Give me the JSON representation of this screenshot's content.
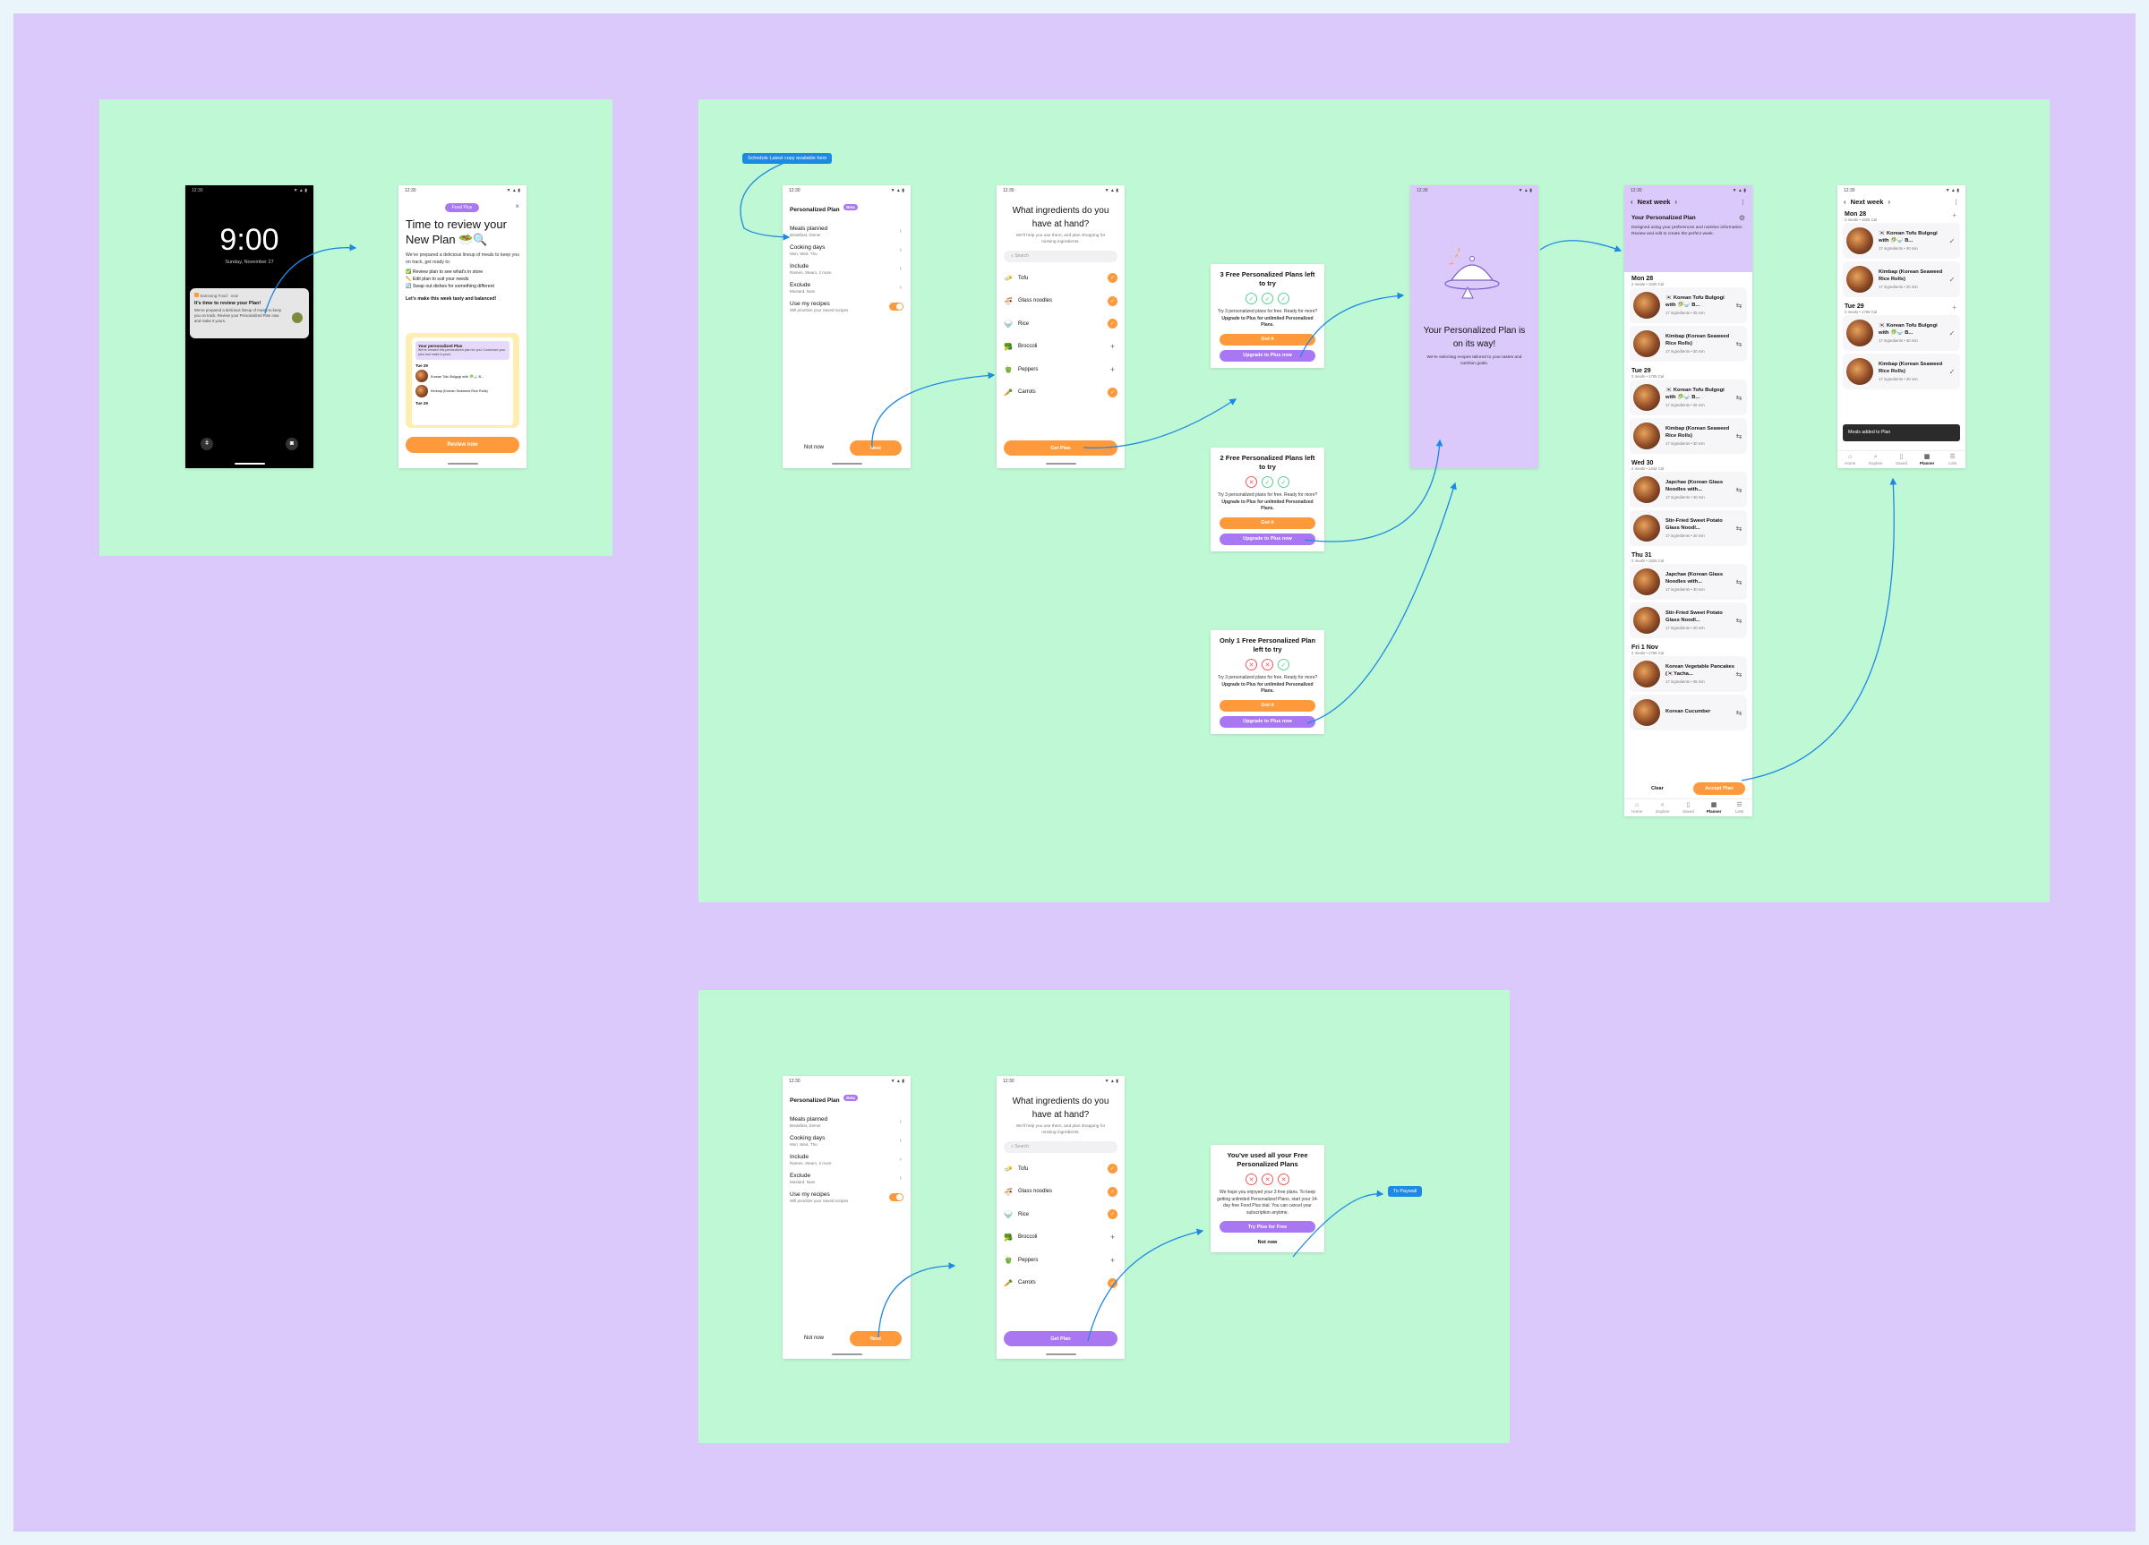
{
  "lock": {
    "time": "9:00",
    "date": "Sunday, November 27",
    "status_time": "12:30",
    "notif_app": "Samsung Food",
    "notif_age": "now",
    "notif_title": "It's time to review your Plan!",
    "notif_body": "We've prepared a delicious lineup of meals to keep you on track. Review your Personalized Plan now and make it yours."
  },
  "review": {
    "status_time": "12:30",
    "badge": "Food Plus",
    "title": "Time to review your New Plan 🥗🔍",
    "intro": "We've prepared a delicious lineup of meals to keep you on track, get ready to:",
    "bullets": [
      "✅ Review plan to see what's in store",
      "✏️ Edit plan to suit your needs",
      "🔄 Swap out dishes for something different"
    ],
    "closing": "Let's make this week tasty and balanced!",
    "preview_title": "Your personalized Plan",
    "preview_body": "We've created this personalized plan for you! Customize your plan and make it yours.",
    "preview_day": "Tue 29",
    "preview_items": [
      "Korean Tofu Bulgogi with 🥬🍚 B...",
      "Kimbap (Korean Seaweed Rice Rolls)"
    ],
    "preview_day2": "Tue 29",
    "button": "Review now"
  },
  "plan": {
    "status_time": "12:30",
    "title": "Personalized Plan",
    "tag": "Beta",
    "rows": [
      {
        "label": "Meals planned",
        "sub": "Breakfast, Dinner"
      },
      {
        "label": "Cooking days",
        "sub": "Mon, Wed, Thu"
      },
      {
        "label": "Include",
        "sub": "Ramen, Steam, 2 more"
      },
      {
        "label": "Exclude",
        "sub": "Mustard, Nuts"
      }
    ],
    "recipes_label": "Use my recipes",
    "recipes_sub": "Will prioritize your Saved recipes",
    "not_now": "Not now",
    "next": "Next"
  },
  "ingredients": {
    "status_time": "12:30",
    "title": "What ingredients do you have at hand?",
    "subtitle": "We'll help you use them, and plan shopping for missing ingredients.",
    "search": "Search",
    "items": [
      {
        "emoji": "🧈",
        "name": "Tofu",
        "state": "check"
      },
      {
        "emoji": "🍜",
        "name": "Glass noodles",
        "state": "check"
      },
      {
        "emoji": "🍚",
        "name": "Rice",
        "state": "check"
      },
      {
        "emoji": "🥦",
        "name": "Broccoli",
        "state": "plus"
      },
      {
        "emoji": "🫑",
        "name": "Peppers",
        "state": "plus"
      },
      {
        "emoji": "🥕",
        "name": "Carrots",
        "state": "check"
      }
    ],
    "button": "Get Plan"
  },
  "cards": [
    {
      "title": "3 Free Personalized Plans left to try",
      "used": 0,
      "body_pre": "Try 3 personalized plans for free. Ready for more?",
      "body_bold": " Upgrade to Plus for unlimited Personalized Plans.",
      "primary": "Got it",
      "secondary": "Upgrade to Plus now"
    },
    {
      "title": "2 Free Personalized Plans left to try",
      "used": 1,
      "body_pre": "Try 3 personalized plans for free. Ready for more?",
      "body_bold": " Upgrade to Plus for unlimited Personalized Plans.",
      "primary": "Got it",
      "secondary": "Upgrade to Plus now"
    },
    {
      "title": "Only 1 Free Personalized Plan left to try",
      "used": 2,
      "body_pre": "Try 3 personalized plans for free. Ready for more?",
      "body_bold": " Upgrade to Plus for unlimited Personalized Plans.",
      "primary": "Got it",
      "secondary": "Upgrade to Plus now"
    }
  ],
  "loading": {
    "status_time": "12:30",
    "title": "Your Personalized Plan is on its way!",
    "body": "We're selecting recipes tailored to your tastes and nutrition goals."
  },
  "nextweek": {
    "status_time": "12:30",
    "header": "Next week",
    "banner_title": "Your Personalized Plan",
    "banner_body": "Designed using your preferences and nutrition information. Review and edit to create the perfect week.",
    "days": [
      {
        "name": "Mon 28",
        "sub": "2 meals • 1825 Cal",
        "meals": [
          {
            "name": "🇰🇷 Korean Tofu Bulgogi with 🥬🍚 B...",
            "meta": "17 ingredients • 35 min"
          },
          {
            "name": "Kimbap (Korean Seaweed Rice Rolls)",
            "meta": "17 ingredients • 30 min"
          }
        ]
      },
      {
        "name": "Tue 29",
        "sub": "2 meals • 1765 Cal",
        "meals": [
          {
            "name": "🇰🇷 Korean Tofu Bulgogi with 🥬🍚 B...",
            "meta": "17 ingredients • 35 min"
          },
          {
            "name": "Kimbap (Korean Seaweed Rice Rolls)",
            "meta": "17 ingredients • 30 min"
          }
        ]
      },
      {
        "name": "Wed 30",
        "sub": "2 meals • 1442 Cal",
        "meals": [
          {
            "name": "Japchae (Korean Glass Noodles with...",
            "meta": "17 ingredients • 30 min"
          },
          {
            "name": "Stir-Fried Sweet Potato Glass Noodl...",
            "meta": "17 ingredients • 30 min"
          }
        ]
      },
      {
        "name": "Thu 31",
        "sub": "2 meals • 1825 Cal",
        "meals": [
          {
            "name": "Japchae (Korean Glass Noodles with...",
            "meta": "17 ingredients • 30 min"
          },
          {
            "name": "Stir-Fried Sweet Potato Glass Noodl...",
            "meta": "17 ingredients • 30 min"
          }
        ]
      },
      {
        "name": "Fri 1 Nov",
        "sub": "2 meals • 1765 Cal",
        "meals": [
          {
            "name": "Korean Vegetable Pancakes (🇰🇷Yacha...",
            "meta": "17 ingredients • 35 min"
          },
          {
            "name": "Korean Cucumber",
            "meta": ""
          }
        ]
      }
    ],
    "clear": "Clear",
    "accept": "Accept Plan",
    "nav": [
      "Home",
      "Explore",
      "Saved",
      "Planner",
      "Lists"
    ]
  },
  "planner": {
    "status_time": "12:30",
    "header": "Next week",
    "days": [
      {
        "name": "Mon 28",
        "sub": "2 meals • 1825 Cal",
        "meals": [
          {
            "name": "🇰🇷 Korean Tofu Bulgogi with 🥬🍚 B...",
            "meta": "17 ingredients • 30 min"
          },
          {
            "name": "Kimbap (Korean Seaweed Rice Rolls)",
            "meta": "17 ingredients • 30 min"
          }
        ]
      },
      {
        "name": "Tue 29",
        "sub": "2 meals • 1765 Cal",
        "meals": [
          {
            "name": "🇰🇷 Korean Tofu Bulgogi with 🥬🍚 B...",
            "meta": "17 ingredients • 30 min"
          },
          {
            "name": "Kimbap (Korean Seaweed Rice Rolls)",
            "meta": "17 ingredients • 30 min"
          }
        ]
      }
    ],
    "toast": "Meals added to Plan",
    "nav": [
      "Home",
      "Explore",
      "Saved",
      "Planner",
      "Lists"
    ]
  },
  "annotations": {
    "schedule": "Schedule Latest copy available here",
    "paywall": "To Paywall"
  },
  "final_card": {
    "title": "You've used all your Free Personalized Plans",
    "body": "We hope you enjoyed your 3 free plans. To keep getting unlimited Personalized Plans, start your 14-day free Food Plus trial. You can cancel your subscription anytime.",
    "primary": "Try Plus for Free",
    "secondary": "Not now"
  },
  "colors": {
    "canvas": "#dcc9fb",
    "section": "#bff8d4",
    "orange": "#ff9a3c",
    "purple": "#a977f2",
    "link": "#1e88e5"
  }
}
